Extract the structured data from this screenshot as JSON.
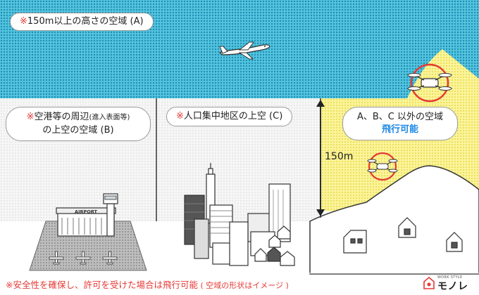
{
  "zone_a": {
    "mark": "※",
    "text": "150m以上の高さの空域 (A)"
  },
  "zone_b": {
    "mark": "※",
    "line1": "空港等の周辺",
    "small": "(進入表面等)",
    "line2": "の上空の空域 (B)"
  },
  "zone_c": {
    "mark": "※",
    "text": "人口集中地区の上空 (C)"
  },
  "zone_d": {
    "line1": "A、B、C 以外の空域",
    "line2": "飛行可能"
  },
  "height_label": "150m",
  "airport_sign": "AIRPORT",
  "footer": {
    "main": "※安全性を確保し、許可を受けた場合は飛行可能",
    "tail": " ( 空域の形状はイメージ )"
  },
  "brand": {
    "sub": "WORK STYLE",
    "name": "モノレコ"
  },
  "colors": {
    "sky_cyan": "#39b8d8",
    "allowed_yellow": "#f8ef7c",
    "accent_red": "#e53935",
    "accent_blue": "#1e88e5"
  },
  "icons": [
    "airplane-icon",
    "drone-icon",
    "house-icon",
    "skyscraper-icon",
    "control-tower-icon"
  ]
}
